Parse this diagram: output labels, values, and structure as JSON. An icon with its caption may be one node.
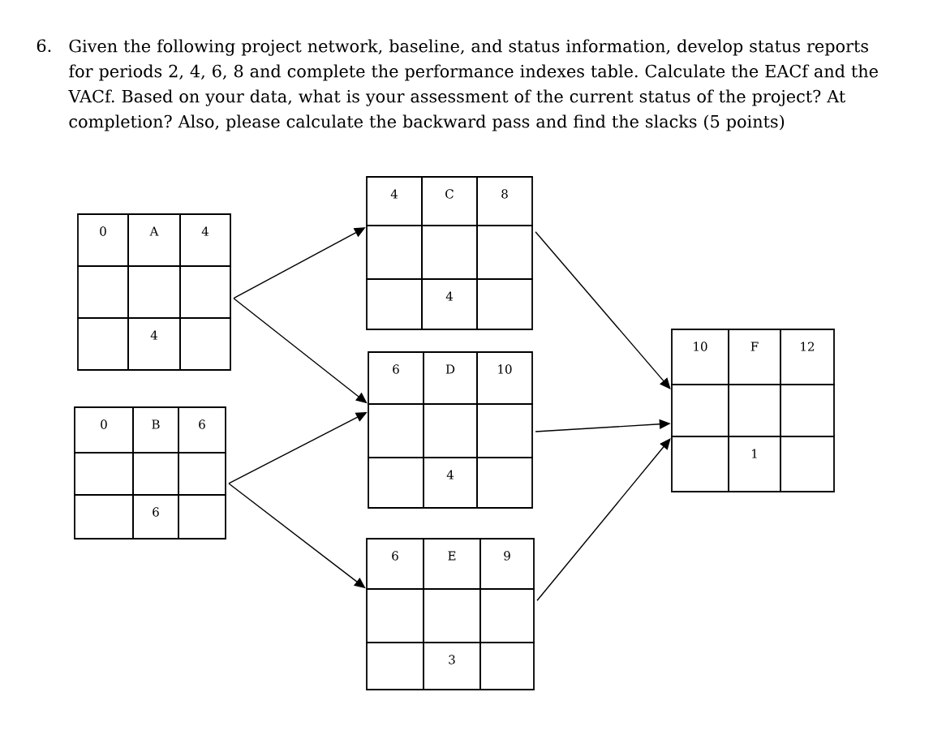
{
  "diagram": {
    "nodes": [
      {
        "text": [
          "0",
          "A",
          "4",
          "4"
        ]
      },
      {
        "text": [
          "0",
          "B",
          "6",
          "6"
        ]
      },
      {
        "text": [
          "4",
          "C",
          "8",
          "4"
        ]
      },
      {
        "text": [
          "6",
          "D",
          "10",
          "4"
        ]
      },
      {
        "text": [
          "6",
          "E",
          "9",
          "3"
        ]
      },
      {
        "text": [
          "10",
          "F",
          "12",
          "1"
        ]
      }
    ],
    "edges": [
      {
        "from": 0,
        "to": 2,
        "arrow": "to"
      },
      {
        "from": 0,
        "to": 3,
        "arrow": "to"
      },
      {
        "from": 1,
        "to": 3,
        "arrow": "to"
      },
      {
        "from": 1,
        "to": 4,
        "arrow": "to"
      },
      {
        "from": 2,
        "to": 5,
        "arrow": "to"
      },
      {
        "from": 3,
        "to": 5,
        "arrow": "to"
      },
      {
        "from": 4,
        "to": 5,
        "arrow": "to"
      }
    ],
    "labels": [
      "6.",
      "Given the following project network, baseline, and status information, develop status reports for periods 2, 4, 6, 8 and complete the performance indexes table. Calculate the EACf and the VACf. Based on your data, what is your assessment of the current status of the project? At completion? Also, please calculate the backward pass and find the slacks (5 points)"
    ]
  }
}
